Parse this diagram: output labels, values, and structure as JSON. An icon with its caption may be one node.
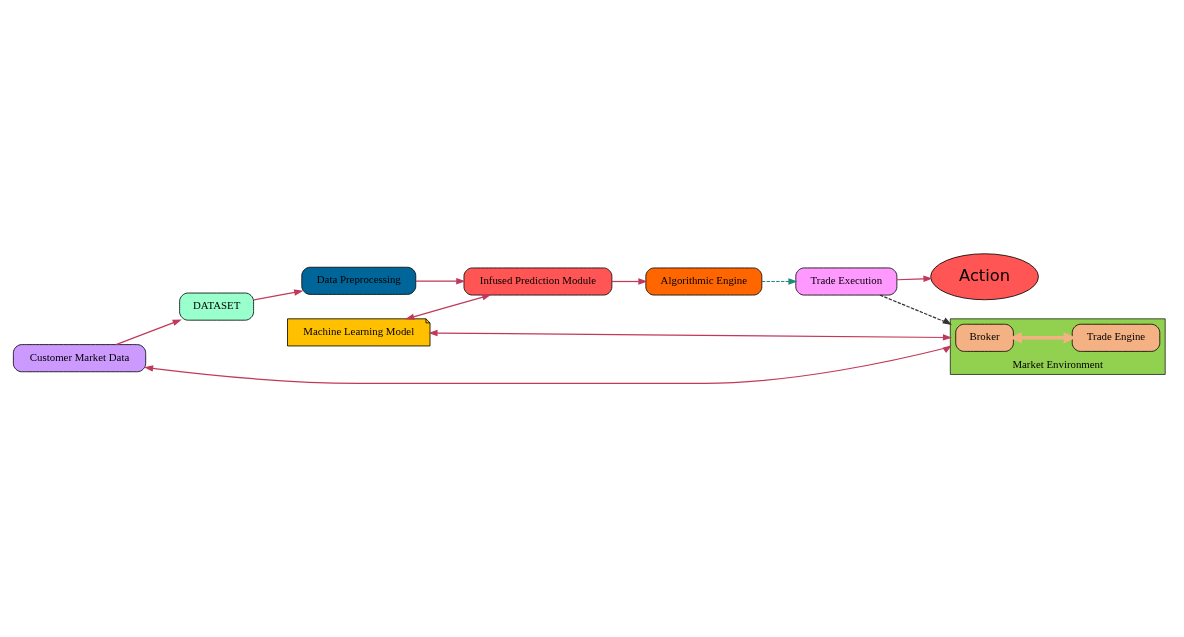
{
  "diagram": {
    "nodes": [
      {
        "text": [
          "DATASET"
        ]
      },
      {
        "text": [
          "Data Preprocessing"
        ]
      },
      {
        "text": [
          "Infused Prediction Module"
        ]
      },
      {
        "text": [
          "Algorithmic Engine"
        ]
      },
      {
        "text": [
          "Customer Market Data"
        ]
      },
      {
        "text": [
          "Machine Learning Model"
        ]
      },
      {
        "text": [
          "Trade Execution"
        ]
      },
      {
        "text": [
          "Market Environment"
        ]
      },
      {
        "text": [
          "Broker"
        ],
        "in": 7
      },
      {
        "text": [
          "Trade Engine"
        ],
        "in": 7
      },
      {
        "text": [
          "Action"
        ]
      }
    ],
    "edges": [
      {
        "from": 0,
        "to": 1,
        "arrow": "to"
      },
      {
        "from": 1,
        "to": 2,
        "arrow": "to"
      },
      {
        "from": 2,
        "to": 3,
        "arrow": "to"
      },
      {
        "from": 3,
        "to": 6,
        "arrow": "to",
        "style": "dashed",
        "color": "#1a8a7a"
      },
      {
        "from": 4,
        "to": 0,
        "arrow": "to"
      },
      {
        "from": 5,
        "to": 2,
        "arrow": "both"
      },
      {
        "from": 5,
        "to": 7,
        "arrow": "both"
      },
      {
        "from": 4,
        "to": 7,
        "arrow": "both"
      },
      {
        "from": 8,
        "to": 9,
        "arrow": "both",
        "style": "thick",
        "color": "#f4b183"
      },
      {
        "from": 6,
        "to": 7,
        "arrow": "to",
        "style": "dashed",
        "color": "#333333"
      },
      {
        "from": 6,
        "to": 10,
        "arrow": "to"
      }
    ]
  }
}
